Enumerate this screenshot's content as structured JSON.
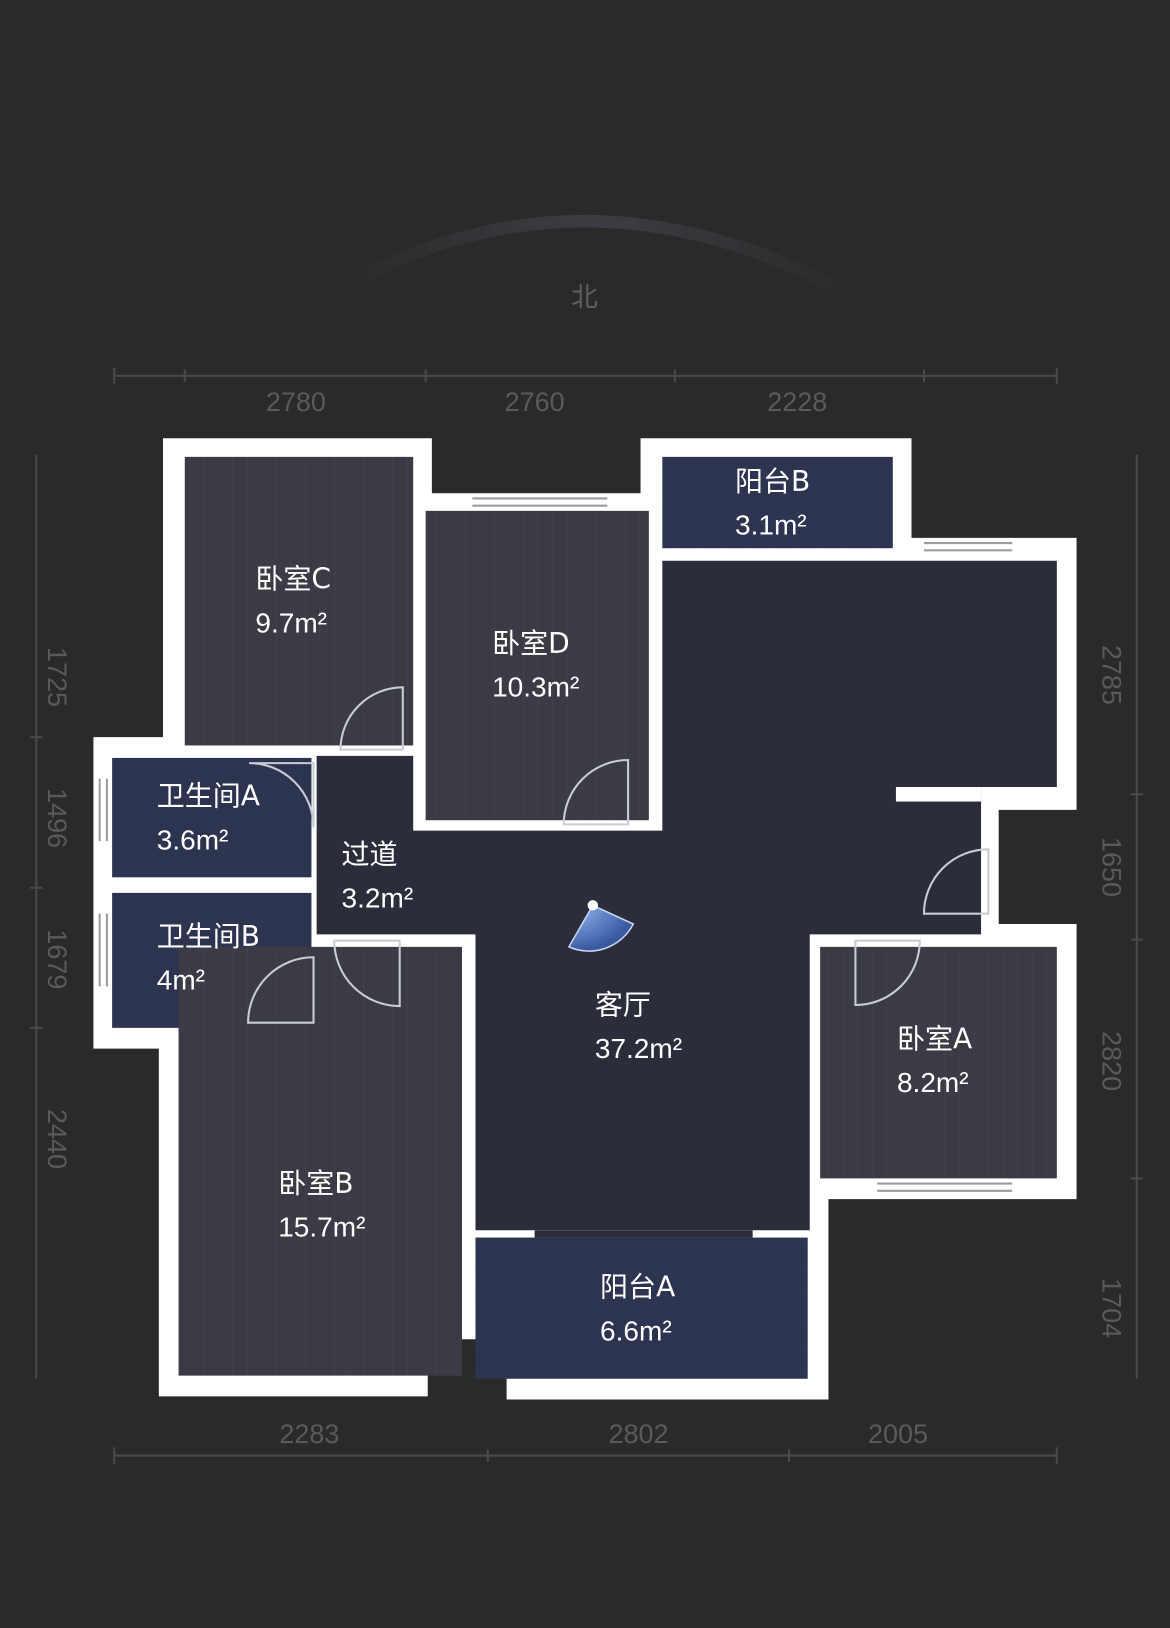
{
  "compass": {
    "label": "北"
  },
  "dimensions": {
    "top": [
      "2780",
      "2760",
      "2228"
    ],
    "bottom": [
      "2283",
      "2802",
      "2005"
    ],
    "left": [
      "1725",
      "1496",
      "1679",
      "2440"
    ],
    "right": [
      "2785",
      "1650",
      "2820",
      "1704"
    ]
  },
  "rooms": {
    "bedroom_c": {
      "name": "卧室C",
      "area": "9.7m²"
    },
    "bedroom_d": {
      "name": "卧室D",
      "area": "10.3m²"
    },
    "balcony_b": {
      "name": "阳台B",
      "area": "3.1m²"
    },
    "bathroom_a": {
      "name": "卫生间A",
      "area": "3.6m²"
    },
    "corridor": {
      "name": "过道",
      "area": "3.2m²"
    },
    "bathroom_b": {
      "name": "卫生间B",
      "area": "4m²"
    },
    "living_room": {
      "name": "客厅",
      "area": "37.2m²"
    },
    "bedroom_a": {
      "name": "卧室A",
      "area": "8.2m²"
    },
    "bedroom_b": {
      "name": "卧室B",
      "area": "15.7m²"
    },
    "balcony_a": {
      "name": "阳台A",
      "area": "6.6m²"
    }
  },
  "colors": {
    "background": "#2a2a2b",
    "wall": "#ffffff",
    "bedroom": "#3b3b45",
    "wet_area": "#2c3450",
    "living": "#2b2d3a",
    "viewpoint": "#5a8ad6"
  }
}
